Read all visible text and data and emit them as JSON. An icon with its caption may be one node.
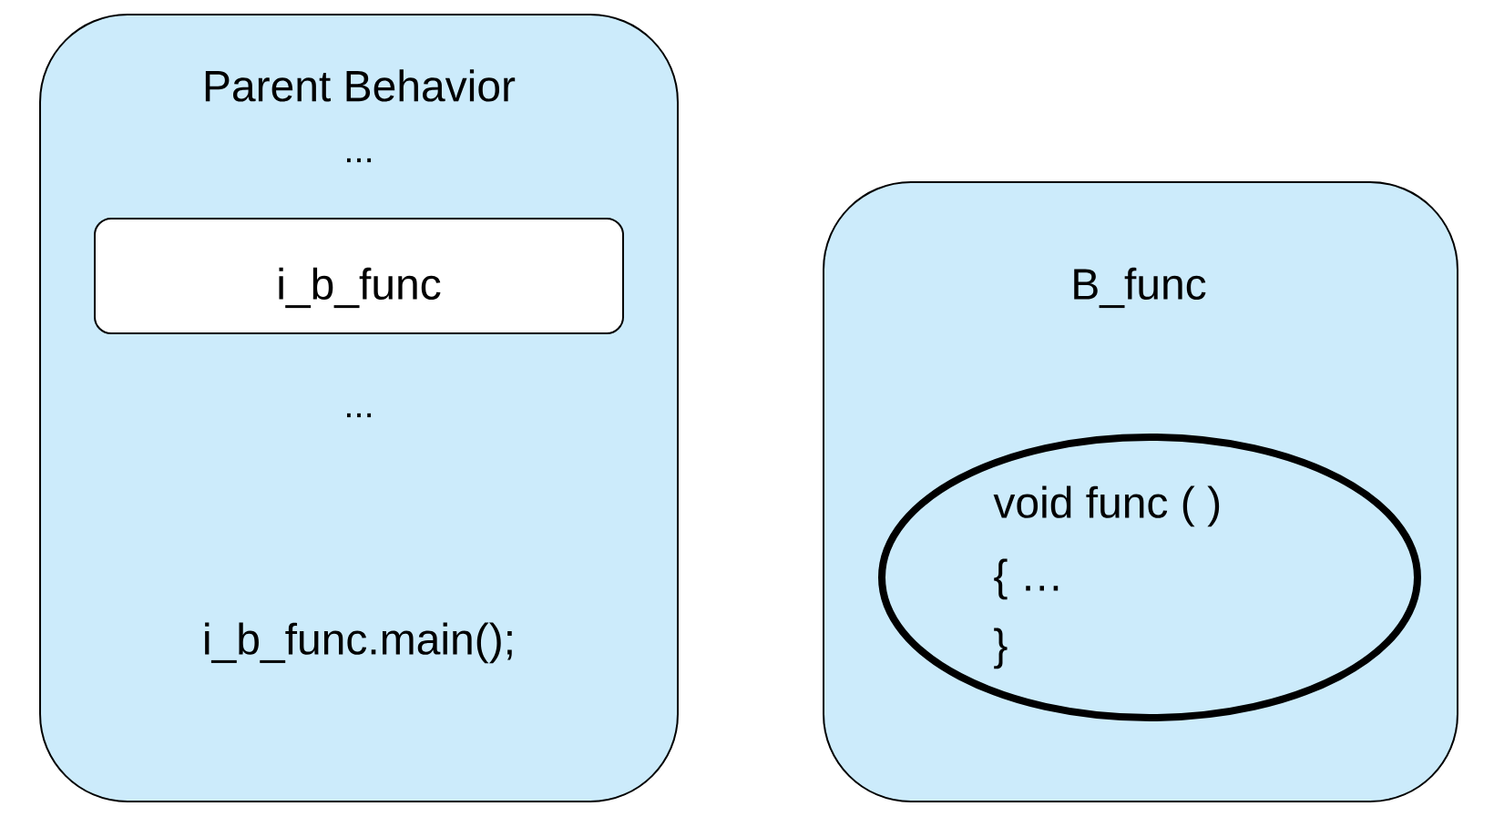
{
  "diagram": {
    "nodes": [
      {
        "text": [
          "Parent Behavior",
          "...",
          "...",
          "i_b_func.main();"
        ]
      },
      {
        "text": [
          "i_b_func"
        ],
        "in": 0
      },
      {
        "text": [
          "B_func"
        ]
      },
      {
        "text": [
          "void func ( )",
          "{  …",
          "}"
        ],
        "in": 2
      }
    ]
  }
}
